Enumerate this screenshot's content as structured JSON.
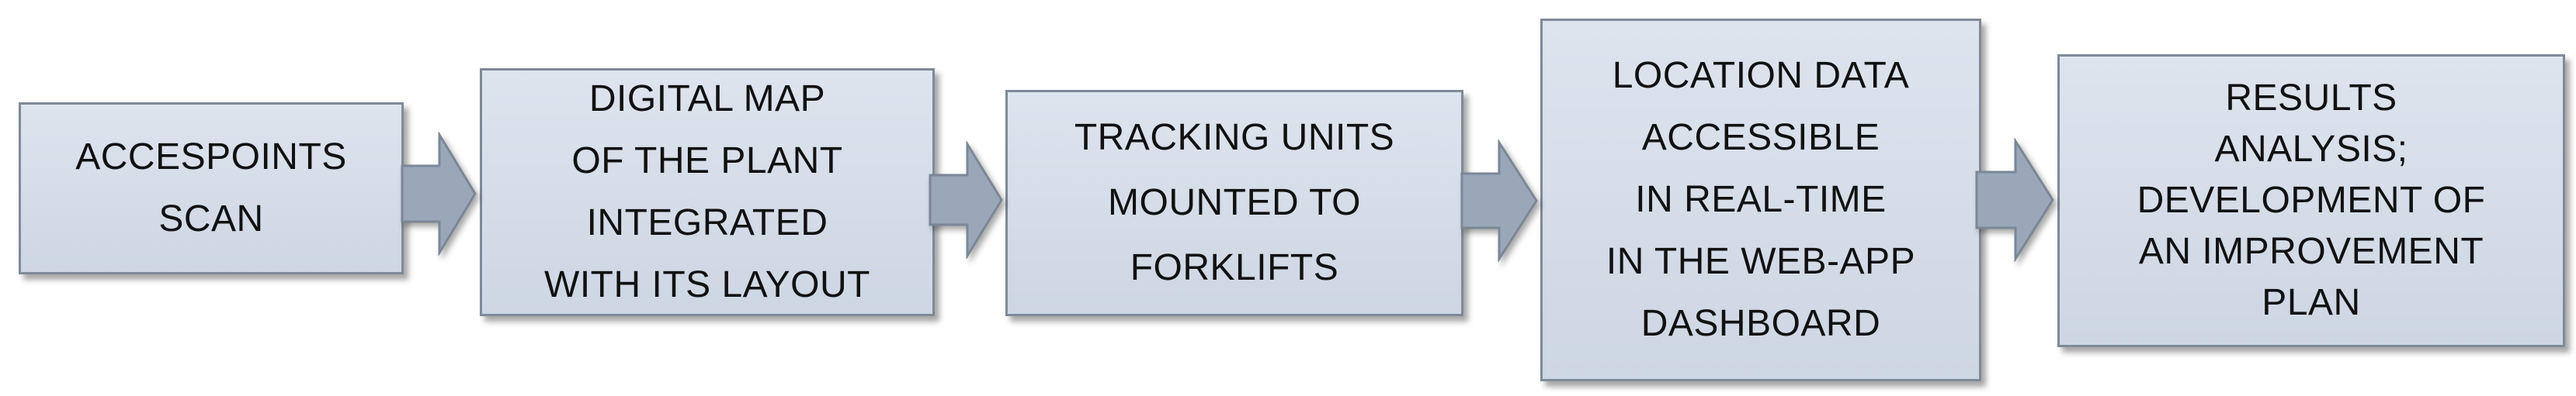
{
  "diagram": {
    "steps": [
      {
        "id": "step-1",
        "lines": [
          "ACCESPOINTS",
          "SCAN"
        ]
      },
      {
        "id": "step-2",
        "lines": [
          "DIGITAL MAP",
          "OF THE PLANT",
          "INTEGRATED",
          "WITH ITS LAYOUT"
        ]
      },
      {
        "id": "step-3",
        "lines": [
          "TRACKING UNITS",
          "MOUNTED TO",
          "FORKLIFTS"
        ]
      },
      {
        "id": "step-4",
        "lines": [
          "LOCATION DATA",
          "ACCESSIBLE",
          "IN REAL-TIME",
          "IN THE WEB-APP",
          "DASHBOARD"
        ]
      },
      {
        "id": "step-5",
        "lines": [
          "RESULTS",
          "ANALYSIS;",
          "DEVELOPMENT OF",
          "AN IMPROVEMENT",
          "PLAN"
        ]
      }
    ],
    "colors": {
      "box_fill": "#d3dbe6",
      "box_border": "#7f8a98",
      "arrow_fill": "#9aa7b8",
      "arrow_stroke": "#7b8797",
      "text": "#111111"
    }
  }
}
